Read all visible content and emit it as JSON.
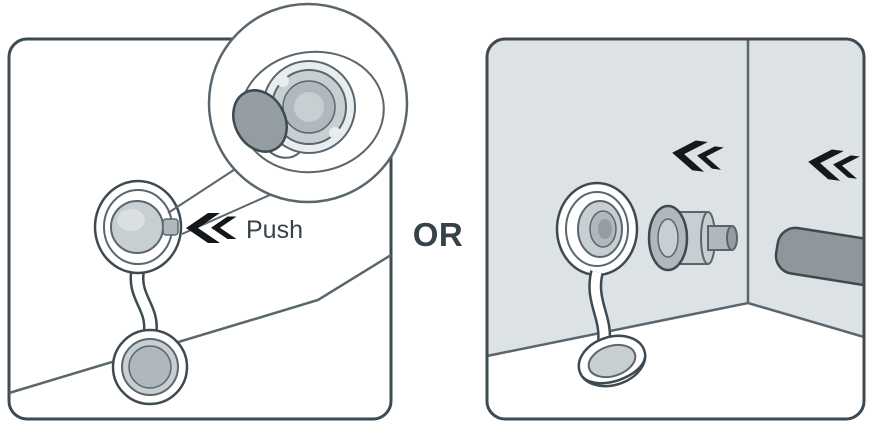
{
  "labels": {
    "push": "Push",
    "or": "OR"
  },
  "icons": {
    "push_arrow": "double-chevron-left",
    "adapter_arrow": "double-chevron-left",
    "hose_arrow": "double-chevron-left"
  },
  "colors": {
    "outline": "#3e4a51",
    "line": "#5a666d",
    "panel_fill": "#dde2e5",
    "bezel": "#e9edef",
    "part_light": "#c7cfd3",
    "part_mid": "#aeb8bd",
    "part_dark": "#939da2",
    "highlight": "#dadfe2",
    "hose": "#8e989c",
    "arrow": "#15181a",
    "text": "#36424a",
    "background": "#ffffff"
  }
}
